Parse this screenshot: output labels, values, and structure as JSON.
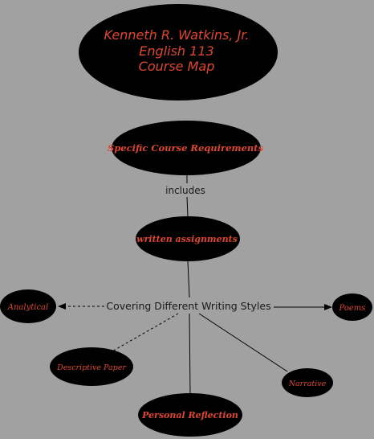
{
  "title": {
    "line1": "Kenneth R. Watkins, Jr.",
    "line2": "English 113",
    "line3": "Course Map"
  },
  "nodes": {
    "requirements": "Specific Course Requirements",
    "assignments": "written assignments",
    "analytical": "Analytical",
    "poems": "Poems",
    "descriptive": "Descriptive Paper",
    "narrative": "Narrative",
    "reflection": "Personal Reflection"
  },
  "links": {
    "includes": "includes",
    "styles": "Covering Different Writing Styles"
  },
  "colors": {
    "background": "#a1a1a1",
    "node_fill": "#000000",
    "node_text": "#e0452f",
    "line": "#000000"
  }
}
